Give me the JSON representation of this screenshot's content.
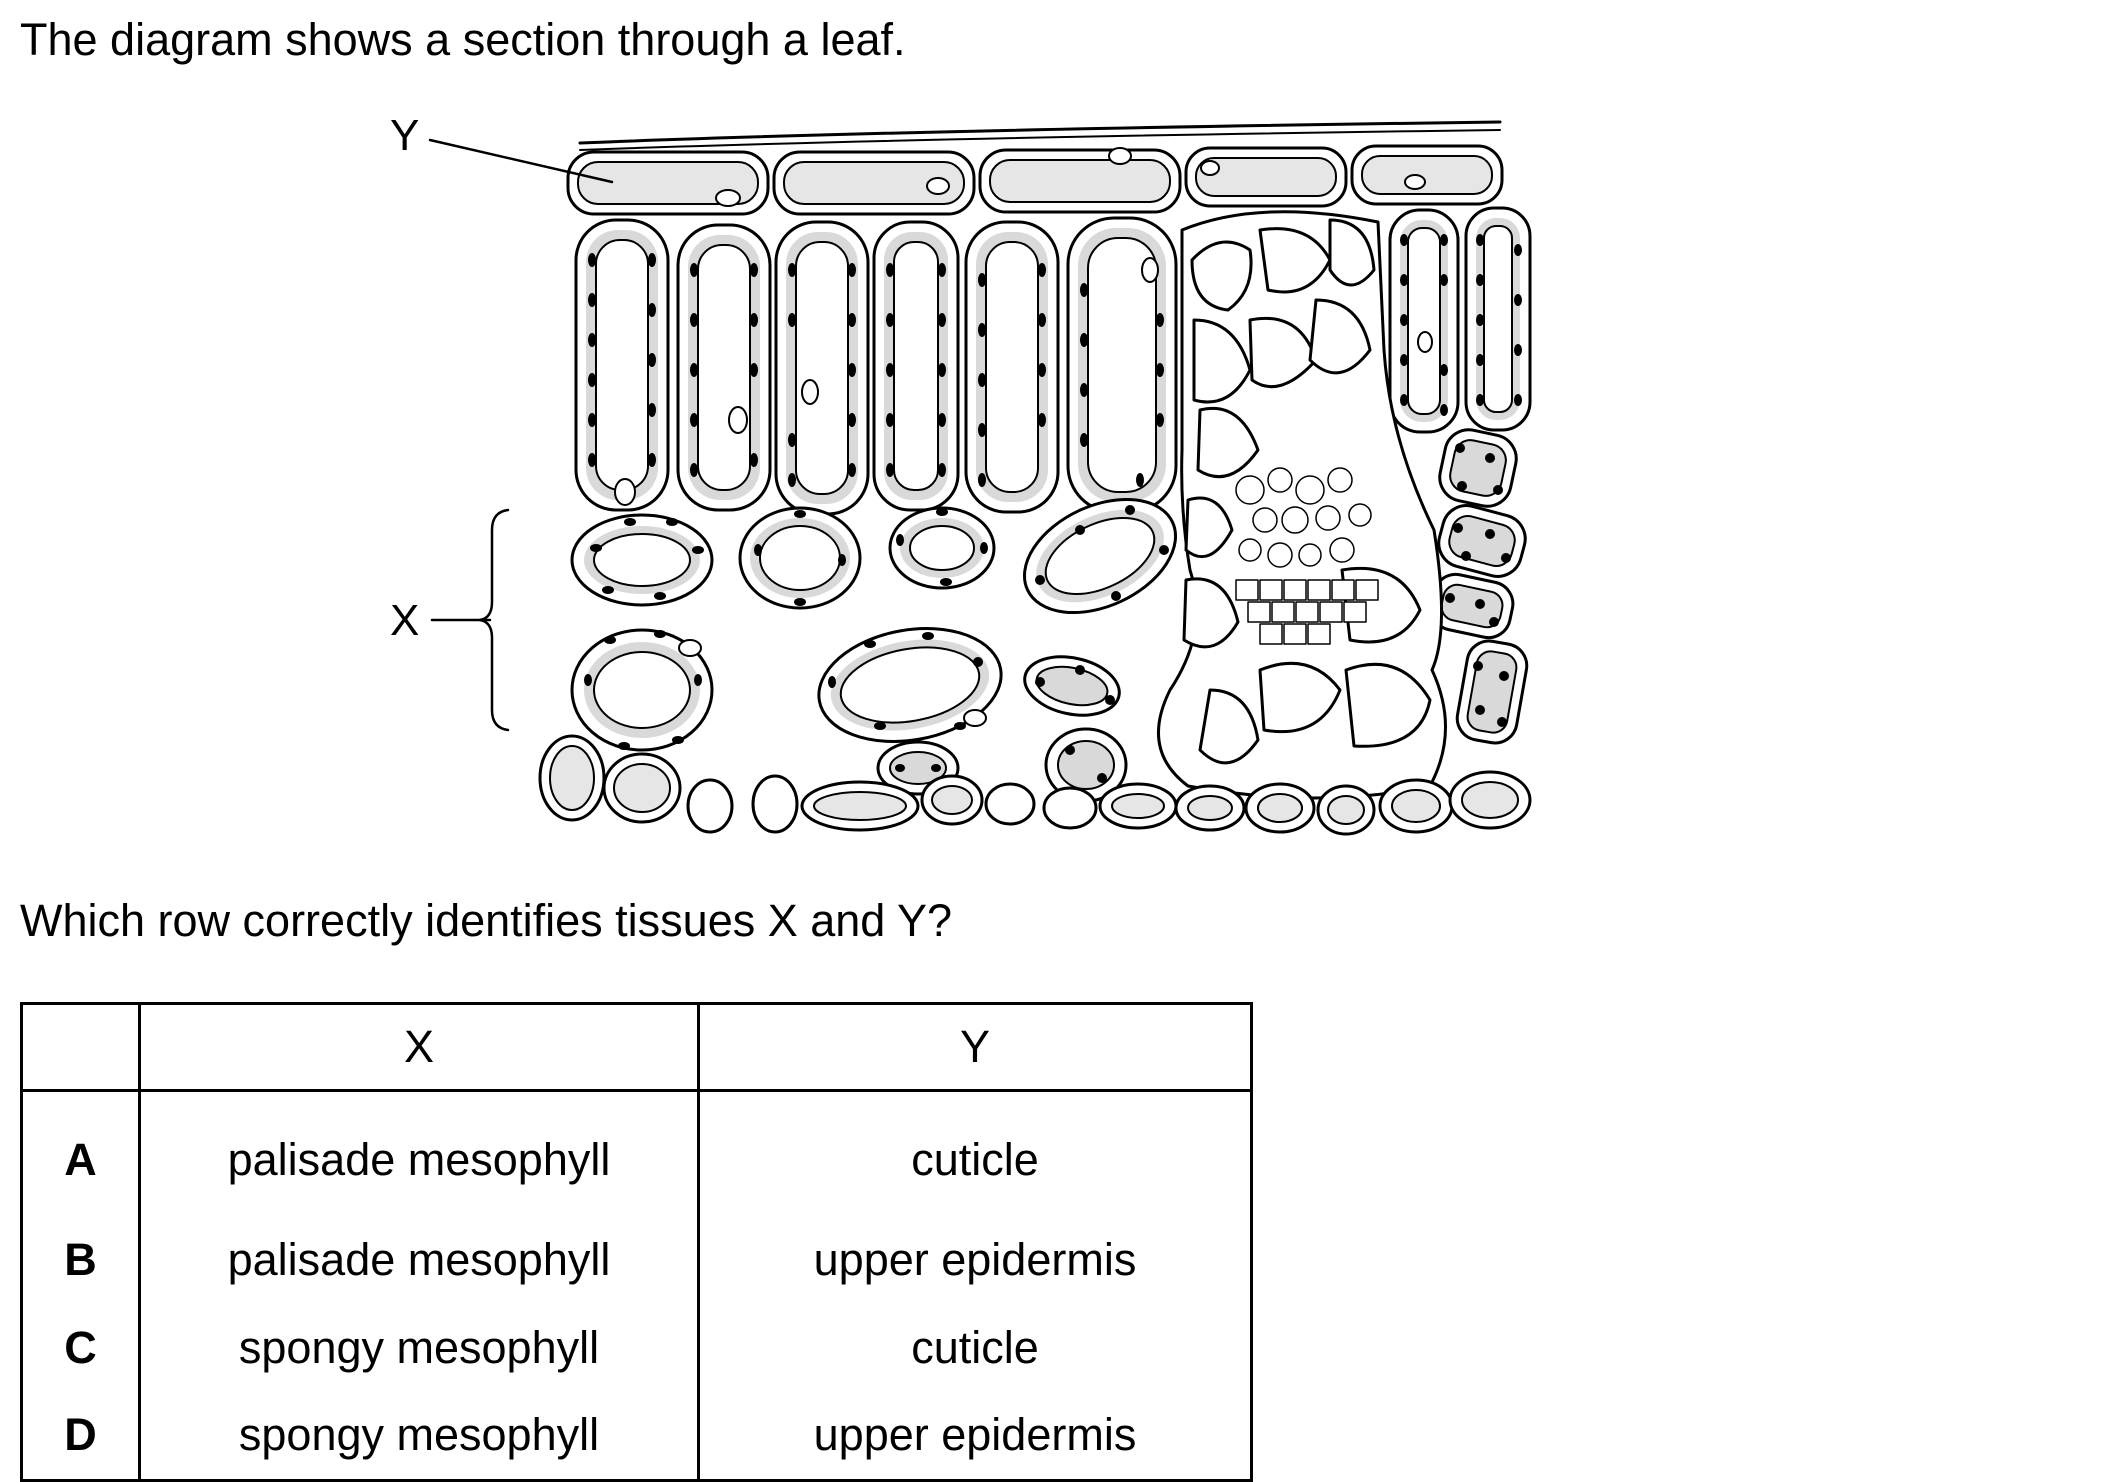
{
  "intro_text": "The diagram shows a section through a leaf.",
  "labels": {
    "y": "Y",
    "x": "X"
  },
  "question_text": "Which row correctly identifies tissues X and Y?",
  "table": {
    "headers": [
      "",
      "X",
      "Y"
    ],
    "rows": [
      {
        "letter": "A",
        "x": "palisade mesophyll",
        "y": "cuticle"
      },
      {
        "letter": "B",
        "x": "palisade mesophyll",
        "y": "upper epidermis"
      },
      {
        "letter": "C",
        "x": "spongy mesophyll",
        "y": "cuticle"
      },
      {
        "letter": "D",
        "x": "spongy mesophyll",
        "y": "upper epidermis"
      }
    ]
  }
}
